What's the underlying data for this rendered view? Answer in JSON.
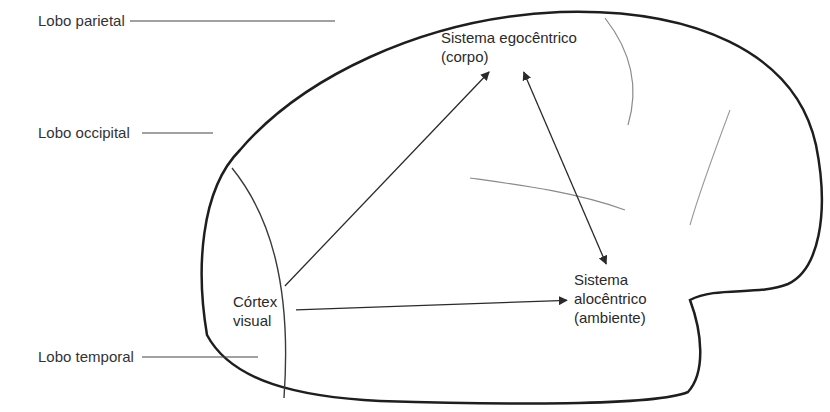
{
  "diagram": {
    "nodes": [
      {
        "text": [
          "Sistema egocêntrico (corpo)"
        ]
      },
      {
        "text": [
          "Córtex visual"
        ]
      },
      {
        "text": [
          "Sistema alocêntrico (ambiente)"
        ]
      }
    ],
    "edges": [
      {
        "from": 1,
        "to": 0,
        "arrow": "to"
      },
      {
        "from": 1,
        "to": 2,
        "arrow": "to"
      },
      {
        "from": 0,
        "to": 2,
        "arrow": "both"
      }
    ],
    "labels": [
      "Lobo parietal",
      "Lobo occipital",
      "Lobo temporal"
    ]
  }
}
